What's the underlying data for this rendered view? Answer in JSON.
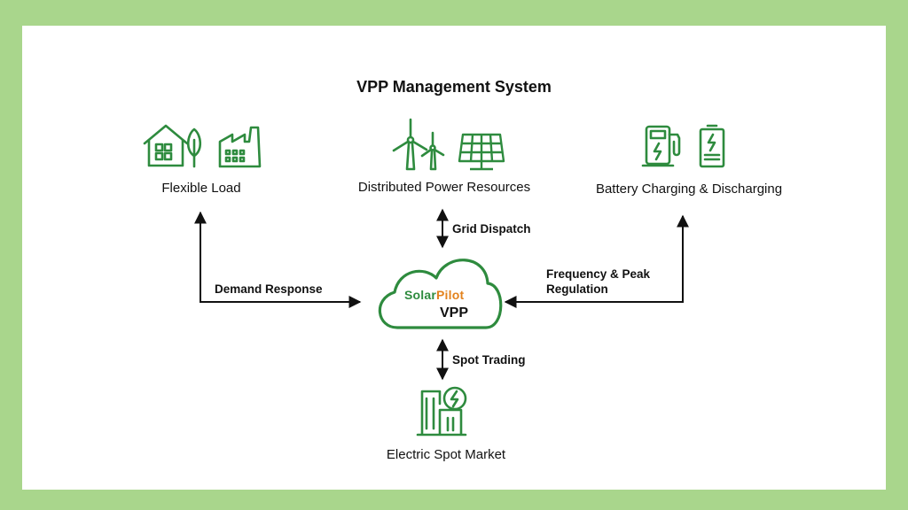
{
  "title": "VPP Management System",
  "colors": {
    "frame": "#a9d68c",
    "icon_green": "#2e8b3e",
    "brand_orange": "#e3821d",
    "arrow": "#111111"
  },
  "nodes": {
    "flexible_load": {
      "label": "Flexible Load",
      "icons": [
        "house-icon",
        "tree-icon",
        "factory-icon"
      ]
    },
    "distributed_power": {
      "label": "Distributed Power Resources",
      "icons": [
        "wind-turbine-icon",
        "solar-panel-icon"
      ]
    },
    "battery": {
      "label": "Battery Charging & Discharging",
      "icons": [
        "charging-station-icon",
        "battery-icon"
      ]
    },
    "center": {
      "brand_part1": "Solar",
      "brand_part2": "Pilot",
      "label": "VPP",
      "icon": "cloud-icon"
    },
    "spot_market": {
      "label": "Electric Spot Market",
      "icons": [
        "power-building-icon"
      ]
    }
  },
  "edges": {
    "grid_dispatch": "Grid Dispatch",
    "demand_response": "Demand Response",
    "frequency_line1": "Frequency & Peak",
    "frequency_line2": "Regulation",
    "spot_trading": "Spot Trading"
  }
}
